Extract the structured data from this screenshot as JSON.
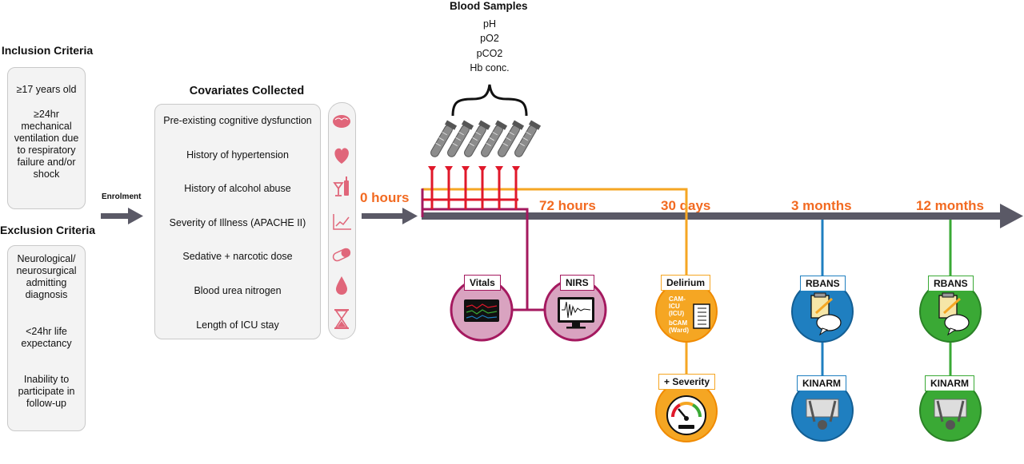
{
  "inclusion": {
    "title": "Inclusion Criteria",
    "items": [
      "≥17 years old",
      "≥24hr mechanical ventilation due to respiratory failure and/or shock"
    ]
  },
  "exclusion": {
    "title": "Exclusion Criteria",
    "items": [
      "Neurological/ neurosurgical admitting diagnosis",
      "<24hr life expectancy",
      "Inability to participate in follow-up"
    ]
  },
  "enrolment": "Enrolment",
  "covariates": {
    "title": "Covariates Collected",
    "items": [
      {
        "label": "Pre-existing cognitive dysfunction",
        "icon": "brain-icon"
      },
      {
        "label": "History of hypertension",
        "icon": "heart-icon"
      },
      {
        "label": "History of alcohol abuse",
        "icon": "alcohol-icon"
      },
      {
        "label": "Severity of Illness (APACHE II)",
        "icon": "line-chart-icon"
      },
      {
        "label": "Sedative + narcotic dose",
        "icon": "pill-icon"
      },
      {
        "label": "Blood urea nitrogen",
        "icon": "blood-drop-icon"
      },
      {
        "label": "Length of ICU stay",
        "icon": "hourglass-icon"
      }
    ]
  },
  "blood_samples": {
    "title": "Blood Samples",
    "items": [
      "pH",
      "pO2",
      "pCO2",
      "Hb conc."
    ]
  },
  "timeline": {
    "points": [
      "0 hours",
      "72 hours",
      "30 days",
      "3 months",
      "12 months"
    ]
  },
  "measures": {
    "vitals": "Vitals",
    "nirs": "NIRS",
    "delirium": "Delirium",
    "cam_icu": "CAM-ICU (ICU)",
    "bcam": "bCAM (Ward)",
    "severity": "+ Severity",
    "rbans_3m": "RBANS",
    "kinarm_3m": "KINARM",
    "rbans_12m": "RBANS",
    "kinarm_12m": "KINARM"
  },
  "colors": {
    "orange": "#f26a21",
    "yellow_orange": "#f5a623",
    "red": "#e0182a",
    "magenta": "#a4195f",
    "blue": "#1f7fc0",
    "green": "#3aa935",
    "arrow_gray": "#5a5966",
    "icon_pink": "#e0667a"
  }
}
